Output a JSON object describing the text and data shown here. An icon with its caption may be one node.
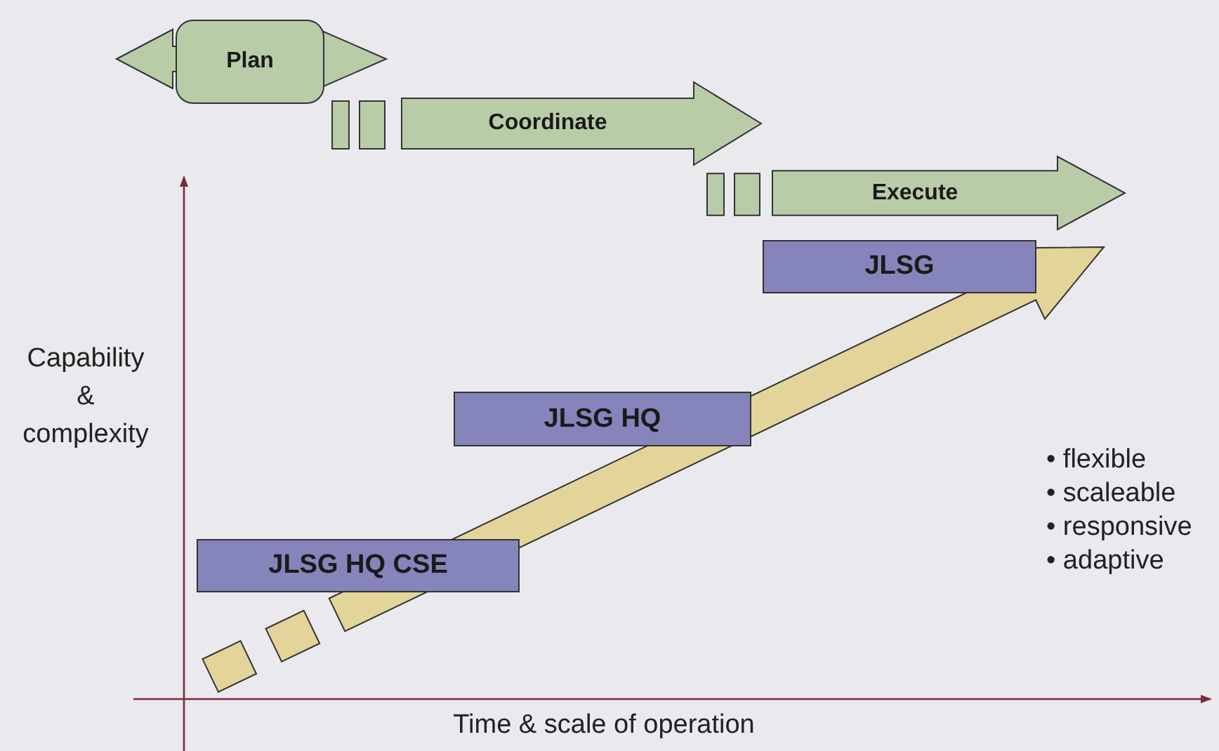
{
  "diagram": {
    "nodes": [
      {
        "text": [
          "Plan"
        ]
      },
      {
        "text": [
          "Coordinate"
        ]
      },
      {
        "text": [
          "Execute"
        ]
      },
      {
        "text": [
          "JLSG"
        ]
      },
      {
        "text": [
          "JLSG HQ"
        ]
      },
      {
        "text": [
          "JLSG HQ CSE"
        ]
      }
    ],
    "labels": [
      "Capability & complexity",
      "Time & scale of operation",
      "• flexible",
      "• scaleable",
      "• responsive",
      "• adaptive"
    ]
  }
}
